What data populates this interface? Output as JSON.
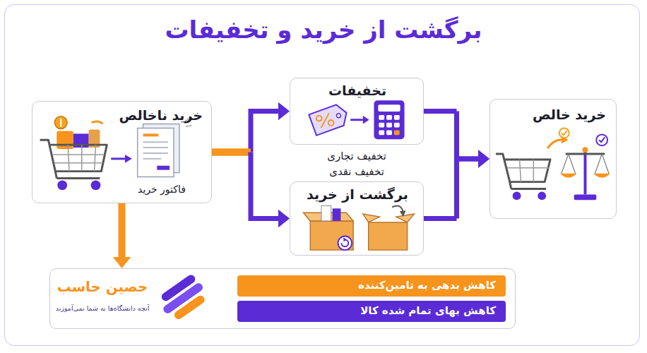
{
  "diagram": {
    "title": "برگشت از خرید و تخفیفات",
    "nodes": [
      {
        "text": [
          "خرید ناخالص",
          "فاکتور خرید"
        ]
      },
      {
        "text": [
          "تخفیفات"
        ]
      },
      {
        "text": [
          "برگشت از خرید"
        ]
      },
      {
        "text": [
          "خرید خالص"
        ]
      },
      {
        "text": [
          "حصین حاسب",
          "آنچه دانشگاه‌ها به شما نمی‌آموزند"
        ]
      },
      {
        "text": [
          "کاهش بدهی به تامین‌کننده"
        ],
        "in": 4
      },
      {
        "text": [
          "کاهش بهای تمام شده کالا"
        ],
        "in": 4
      }
    ],
    "edges": [
      {
        "from": 0,
        "to": 1,
        "arrow": "to"
      },
      {
        "from": 0,
        "to": 2,
        "arrow": "to"
      },
      {
        "from": 1,
        "to": 3,
        "arrow": "to"
      },
      {
        "from": 2,
        "to": 3,
        "arrow": "to"
      },
      {
        "from": 0,
        "to": 4,
        "arrow": "to"
      }
    ],
    "labels": [
      "تخفیف تجاری",
      "تخفیف نقدی"
    ]
  }
}
